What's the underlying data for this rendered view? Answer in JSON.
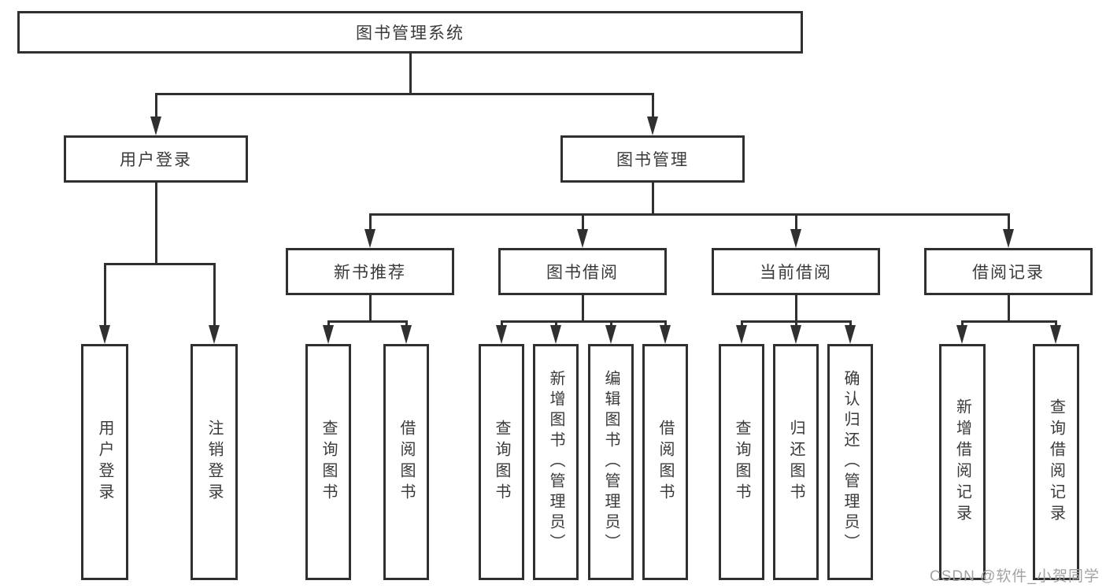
{
  "tree": {
    "root": {
      "label": "图书管理系统"
    },
    "branches": [
      {
        "label": "用户登录",
        "children": [
          {
            "label": "用户登录"
          },
          {
            "label": "注销登录"
          }
        ]
      },
      {
        "label": "图书管理",
        "children": [
          {
            "label": "新书推荐",
            "children": [
              {
                "label": "查询图书"
              },
              {
                "label": "借阅图书"
              }
            ]
          },
          {
            "label": "图书借阅",
            "children": [
              {
                "label": "查询图书"
              },
              {
                "label": "新增图书（管理员）"
              },
              {
                "label": "编辑图书（管理员）"
              },
              {
                "label": "借阅图书"
              }
            ]
          },
          {
            "label": "当前借阅",
            "children": [
              {
                "label": "查询图书"
              },
              {
                "label": "归还图书"
              },
              {
                "label": "确认归还（管理员）"
              }
            ]
          },
          {
            "label": "借阅记录",
            "children": [
              {
                "label": "新增借阅记录"
              },
              {
                "label": "查询借阅记录"
              }
            ]
          }
        ]
      }
    ]
  },
  "watermark": "CSDN @软件_小贺同学",
  "colors": {
    "line": "#303030",
    "text": "#3a3a3a",
    "box_background": "#ffffff",
    "watermark": "#a3a3a3"
  }
}
